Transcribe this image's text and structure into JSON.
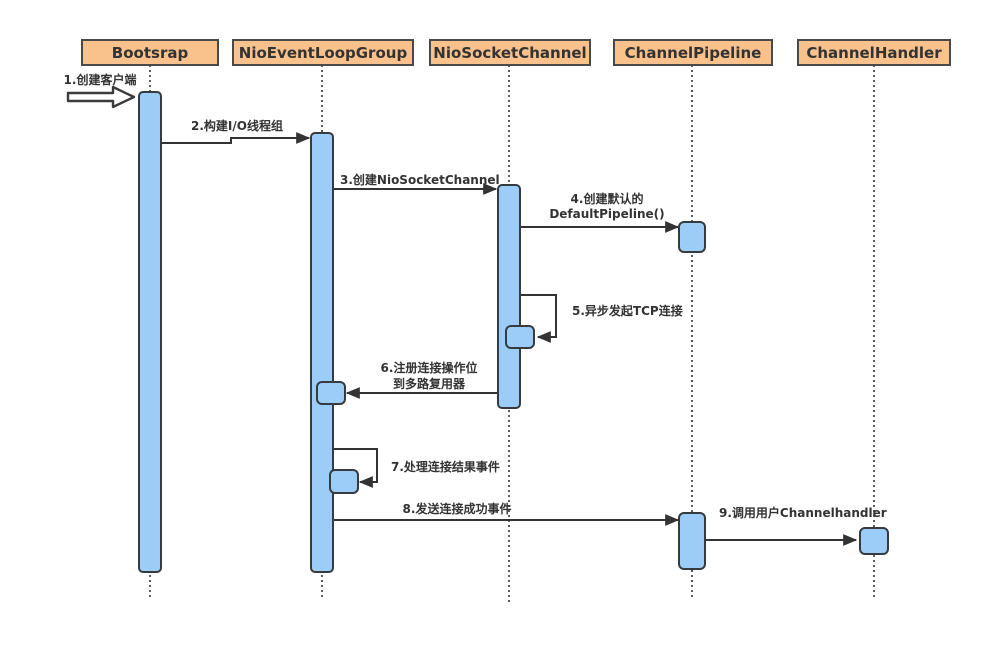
{
  "diagram": {
    "type": "uml-sequence",
    "participants": [
      {
        "name": "Bootsrap"
      },
      {
        "name": "NioEventLoopGroup"
      },
      {
        "name": "NioSocketChannel"
      },
      {
        "name": "ChannelPipeline"
      },
      {
        "name": "ChannelHandler"
      }
    ],
    "messages": [
      {
        "seq": "1",
        "label": "1.创建客户端",
        "from": "external",
        "to": "Bootsrap",
        "kind": "found-message"
      },
      {
        "seq": "2",
        "label": "2.构建I/O线程组",
        "from": "Bootsrap",
        "to": "NioEventLoopGroup",
        "kind": "call"
      },
      {
        "seq": "3",
        "label": "3.创建NioSocketChannel",
        "from": "NioEventLoopGroup",
        "to": "NioSocketChannel",
        "kind": "call"
      },
      {
        "seq": "4",
        "label_line1": "4.创建默认的",
        "label_line2": "DefaultPipeline()",
        "from": "NioSocketChannel",
        "to": "ChannelPipeline",
        "kind": "call"
      },
      {
        "seq": "5",
        "label": "5.异步发起TCP连接",
        "from": "NioSocketChannel",
        "to": "NioSocketChannel",
        "kind": "self"
      },
      {
        "seq": "6",
        "label_line1": "6.注册连接操作位",
        "label_line2": "到多路复用器",
        "from": "NioSocketChannel",
        "to": "NioEventLoopGroup",
        "kind": "call"
      },
      {
        "seq": "7",
        "label": "7.处理连接结果事件",
        "from": "NioEventLoopGroup",
        "to": "NioEventLoopGroup",
        "kind": "self"
      },
      {
        "seq": "8",
        "label": "8.发送连接成功事件",
        "from": "NioEventLoopGroup",
        "to": "ChannelPipeline",
        "kind": "call"
      },
      {
        "seq": "9",
        "label": "9.调用用户Channelhandler",
        "from": "ChannelPipeline",
        "to": "ChannelHandler",
        "kind": "call"
      }
    ],
    "colors": {
      "participant_fill": "#F9C18B",
      "participant_border": "#4A4A4A",
      "activation_fill": "#9CCDF8",
      "activation_border": "#363B3F",
      "line": "#333333",
      "text": "#333333",
      "background": "#FFFFFF"
    }
  }
}
